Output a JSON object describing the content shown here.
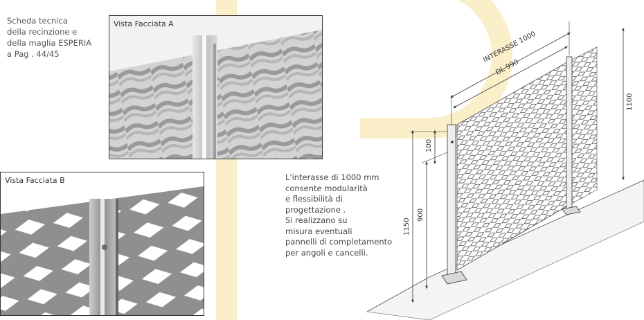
{
  "intro": {
    "lines": [
      "Scheda tecnica",
      "della recinzione e",
      "della maglia ESPERIA",
      "a Pag . 44/45"
    ]
  },
  "photo_a": {
    "caption": "Vista Facciata A"
  },
  "photo_b": {
    "caption": "Vista Facciata B"
  },
  "description": {
    "lines": [
      "L'interasse di 1000 mm",
      "consente modularità",
      "e flessibilità di",
      "progettazione .",
      "Si realizzano su",
      "misura eventuali",
      "pannelli di completamento",
      "per angoli e cancelli."
    ]
  },
  "drawing": {
    "interasse_label": "INTERASSE 1000",
    "dl_label": "DL 990",
    "height_total": "1100",
    "dim_100": "100",
    "dim_900": "900",
    "dim_1150": "1150"
  },
  "colors": {
    "accent_beige": "#faefc9"
  }
}
